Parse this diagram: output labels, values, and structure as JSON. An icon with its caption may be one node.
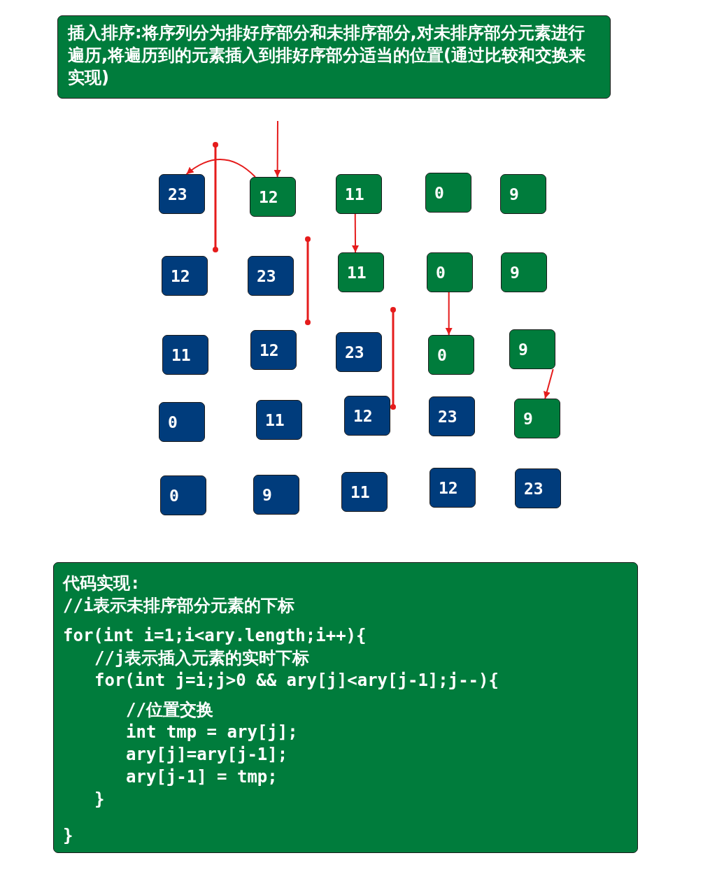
{
  "diagram": {
    "nodes": [
      {
        "text": [
          "插入排序:将序列分为排好序部分和未排序部分,对未排序部分元素进行遍历,将遍历到的元素插入到排好序部分适当的位置(通过比较和交换来实现)"
        ]
      },
      {
        "text": [
          "23"
        ]
      },
      {
        "text": [
          "12"
        ]
      },
      {
        "text": [
          "11"
        ]
      },
      {
        "text": [
          "0"
        ]
      },
      {
        "text": [
          "9"
        ]
      },
      {
        "text": [
          "12"
        ]
      },
      {
        "text": [
          "23"
        ]
      },
      {
        "text": [
          "11"
        ]
      },
      {
        "text": [
          "0"
        ]
      },
      {
        "text": [
          "9"
        ]
      },
      {
        "text": [
          "11"
        ]
      },
      {
        "text": [
          "12"
        ]
      },
      {
        "text": [
          "23"
        ]
      },
      {
        "text": [
          "0"
        ]
      },
      {
        "text": [
          "9"
        ]
      },
      {
        "text": [
          "0"
        ]
      },
      {
        "text": [
          "11"
        ]
      },
      {
        "text": [
          "12"
        ]
      },
      {
        "text": [
          "23"
        ]
      },
      {
        "text": [
          "9"
        ]
      },
      {
        "text": [
          "0"
        ]
      },
      {
        "text": [
          "9"
        ]
      },
      {
        "text": [
          "11"
        ]
      },
      {
        "text": [
          "12"
        ]
      },
      {
        "text": [
          "23"
        ]
      },
      {
        "text": [
          "代码实现:",
          "//i表示未排序部分元素的下标",
          "for(int i=1;i<ary.length;i++){",
          "//j表示插入元素的实时下标",
          "for(int j=i;j>0 && ary[j]<ary[j-1];j--){",
          "//位置交换",
          "int tmp = ary[j];",
          "ary[j]=ary[j-1];",
          "ary[j-1] = tmp;",
          "}",
          "}"
        ]
      }
    ],
    "edges": [
      {
        "from": 2,
        "to": 1,
        "arrow": "to"
      },
      {
        "from": null,
        "to": 2,
        "arrow": "to"
      },
      {
        "from": 3,
        "to": 8,
        "arrow": "to"
      },
      {
        "from": 9,
        "to": 14,
        "arrow": "to"
      },
      {
        "from": 15,
        "to": 20,
        "arrow": "to"
      }
    ]
  }
}
